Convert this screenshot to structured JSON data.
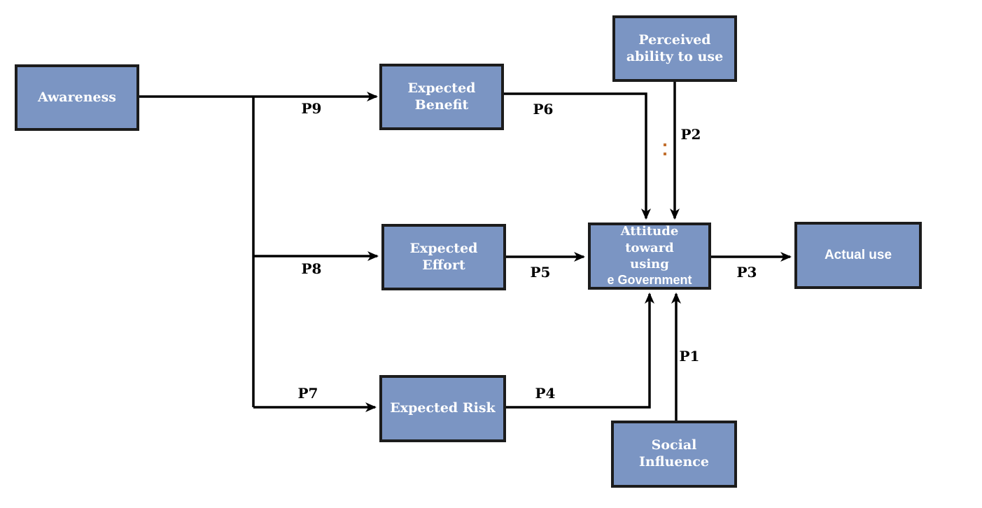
{
  "diagram": {
    "kind": "conceptual-model-flowchart",
    "nodes": [
      {
        "id": "awareness",
        "label": "Awareness"
      },
      {
        "id": "expected-benefit",
        "label": "Expected Benefit"
      },
      {
        "id": "perceived-ability",
        "label": "Perceived ability to use"
      },
      {
        "id": "expected-effort",
        "label": "Expected Effort"
      },
      {
        "id": "attitude",
        "lines": [
          "Attitude toward",
          "using",
          "e Government"
        ]
      },
      {
        "id": "actual-use",
        "label": "Actual use"
      },
      {
        "id": "expected-risk",
        "label": "Expected Risk"
      },
      {
        "id": "social-influence",
        "label": "Social Influence"
      }
    ],
    "edges": [
      {
        "from": "awareness",
        "to": "expected-benefit",
        "label": "P9"
      },
      {
        "from": "awareness",
        "to": "expected-effort",
        "label": "P8"
      },
      {
        "from": "awareness",
        "to": "expected-risk",
        "label": "P7"
      },
      {
        "from": "expected-benefit",
        "to": "attitude",
        "label": "P6"
      },
      {
        "from": "perceived-ability",
        "to": "attitude",
        "label": "P2"
      },
      {
        "from": "expected-effort",
        "to": "attitude",
        "label": "P5"
      },
      {
        "from": "expected-risk",
        "to": "attitude",
        "label": "P4"
      },
      {
        "from": "social-influence",
        "to": "attitude",
        "label": "P1"
      },
      {
        "from": "attitude",
        "to": "actual-use",
        "label": "P3"
      }
    ],
    "colors": {
      "node_fill": "#7b95c3",
      "node_border": "#1c1c1c",
      "node_text": "#ffffff",
      "connector": "#000000",
      "edge_label_text": "#000000",
      "background": "#ffffff",
      "artifact_mark": "#c2702f"
    }
  }
}
